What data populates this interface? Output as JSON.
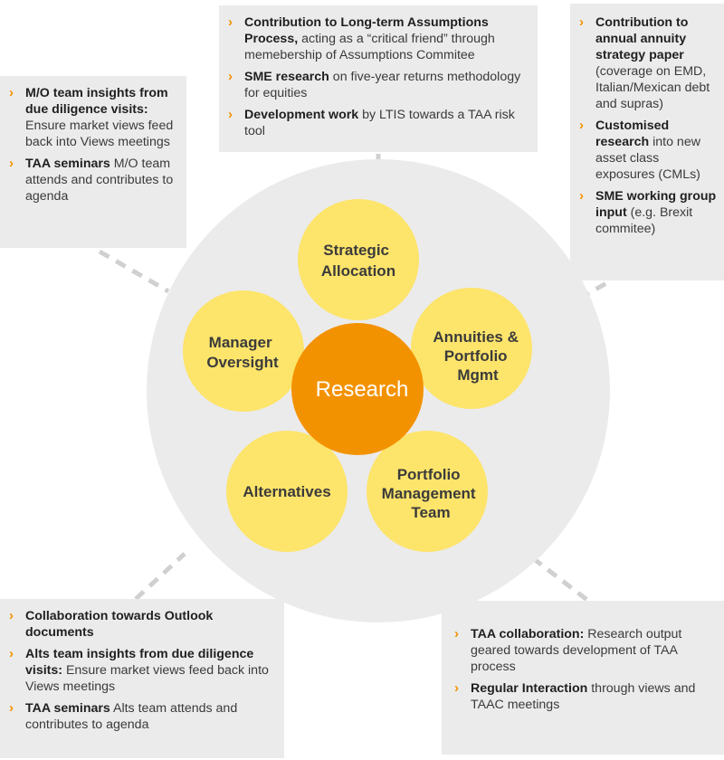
{
  "colors": {
    "outer_circle": "#ebebeb",
    "petal": "#fde46b",
    "center": "#f39200",
    "box_bg": "#ebebeb",
    "bullet": "#f39200",
    "connector": "#d0d0d0"
  },
  "diagram": {
    "center_label": "Research",
    "petals": [
      {
        "lines": [
          "Strategic",
          "Allocation"
        ]
      },
      {
        "lines": [
          "Annuities &",
          "Portfolio",
          "Mgmt"
        ]
      },
      {
        "lines": [
          "Portfolio",
          "Management",
          "Team"
        ]
      },
      {
        "lines": [
          "Alternatives"
        ]
      },
      {
        "lines": [
          "Manager",
          "Oversight"
        ]
      }
    ]
  },
  "boxes": {
    "top": [
      {
        "bold": "Contribution to Long-term Assumptions Process,",
        "text": " acting as a “critical friend” through memebership of Assumptions Commitee"
      },
      {
        "bold": "SME research",
        "text": " on five-year returns methodology for equities"
      },
      {
        "bold": "Development work",
        "text": " by LTIS towards a TAA risk tool"
      }
    ],
    "right": [
      {
        "bold": "Contribution to annual annuity strategy paper",
        "text": " (coverage on EMD, Italian/Mexican debt and supras)"
      },
      {
        "bold": "Customised research",
        "text": " into new asset class exposures (CMLs)"
      },
      {
        "bold": "SME working group input",
        "text": " (e.g. Brexit commitee)"
      }
    ],
    "left": [
      {
        "bold": "M/O team insights from due diligence visits:",
        "text": " Ensure market views feed back into Views meetings"
      },
      {
        "bold": "TAA seminars",
        "text": " M/O team attends and contributes to agenda"
      }
    ],
    "bottom_left": [
      {
        "bold": "Collaboration towards Outlook documents",
        "text": ""
      },
      {
        "bold": "Alts team insights from due diligence visits:",
        "text": " Ensure market views feed back into Views meetings"
      },
      {
        "bold": "TAA seminars",
        "text": " Alts team attends and contributes to agenda"
      }
    ],
    "bottom_right": [
      {
        "bold": "TAA collaboration:",
        "text": " Research output geared towards development of TAA process"
      },
      {
        "bold": "Regular Interaction",
        "text": " through views and TAAC meetings"
      }
    ]
  }
}
